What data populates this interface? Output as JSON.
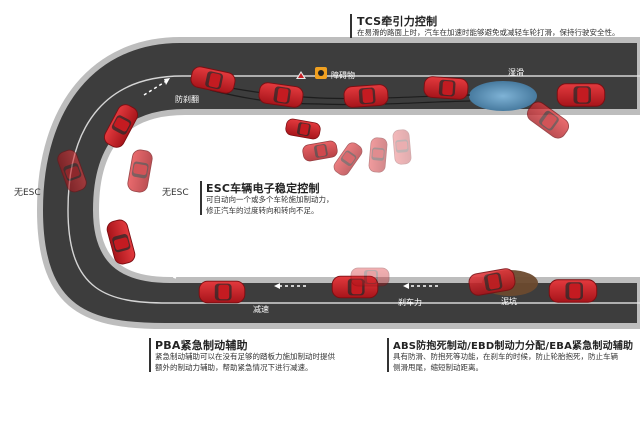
{
  "sections": {
    "tcs": {
      "title": "TCS牵引力控制",
      "desc": "在易滑的路面上时，汽车在加速时能够避免或减轻车轮打滑，保持行驶安全性。"
    },
    "esc": {
      "title": "ESC车辆电子稳定控制",
      "desc_line1": "可自动向一个或多个车轮施加制动力，",
      "desc_line2": "修正汽车的过度转向和转向不足。"
    },
    "pba": {
      "title": "PBA紧急制动辅助",
      "desc_line1": "紧急制动辅助可以在没有足够的踏板力施加制动时提供",
      "desc_line2": "额外的制动力辅助，帮助紧急情况下进行减速。"
    },
    "abs": {
      "title": "ABS防抱死制动/EBD制动力分配/EBA紧急制动辅助",
      "desc_line1": "具有防滑、防抱死等功能，在刹车的时候，防止轮胎抱死，防止车辆",
      "desc_line2": "侧滑甩尾，缩短制动距离。"
    }
  },
  "road_labels": {
    "anti_brake": "防刹翻",
    "obstacle": "障碍物",
    "slippery": "湿滑",
    "brake_force": "刹车力",
    "decelerate": "减速",
    "pothole": "泥坑"
  },
  "side_labels": {
    "no_esc_outer": "无ESC",
    "no_esc_inner": "无ESC"
  },
  "colors": {
    "road": "#3d3d3d",
    "road_edge": "#bdbdbd",
    "car": "#cc1f24",
    "water": "#4f86ad",
    "mud": "#6b4a2e"
  }
}
